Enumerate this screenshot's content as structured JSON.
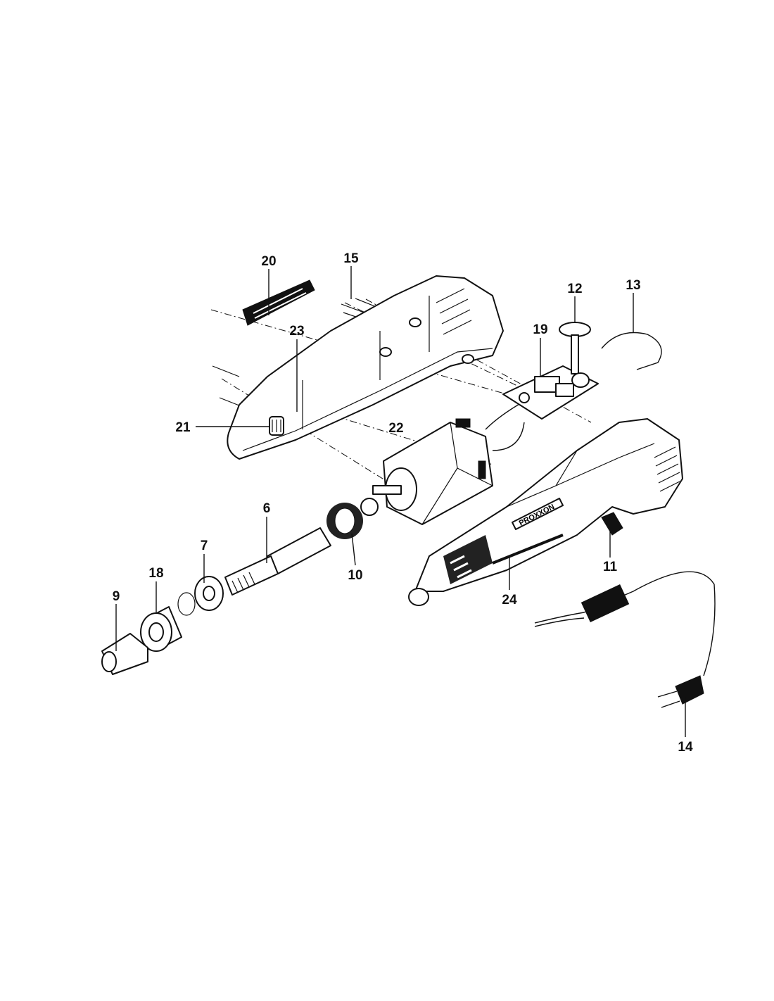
{
  "diagram": {
    "brand": "PROXXON",
    "parts": [
      {
        "id": "20",
        "label": "20"
      },
      {
        "id": "15",
        "label": "15"
      },
      {
        "id": "12",
        "label": "12"
      },
      {
        "id": "13",
        "label": "13"
      },
      {
        "id": "19",
        "label": "19"
      },
      {
        "id": "23",
        "label": "23"
      },
      {
        "id": "21",
        "label": "21"
      },
      {
        "id": "22",
        "label": "22"
      },
      {
        "id": "6",
        "label": "6"
      },
      {
        "id": "7",
        "label": "7"
      },
      {
        "id": "18",
        "label": "18"
      },
      {
        "id": "9",
        "label": "9"
      },
      {
        "id": "10",
        "label": "10"
      },
      {
        "id": "11",
        "label": "11"
      },
      {
        "id": "24",
        "label": "24"
      },
      {
        "id": "14",
        "label": "14"
      }
    ]
  }
}
